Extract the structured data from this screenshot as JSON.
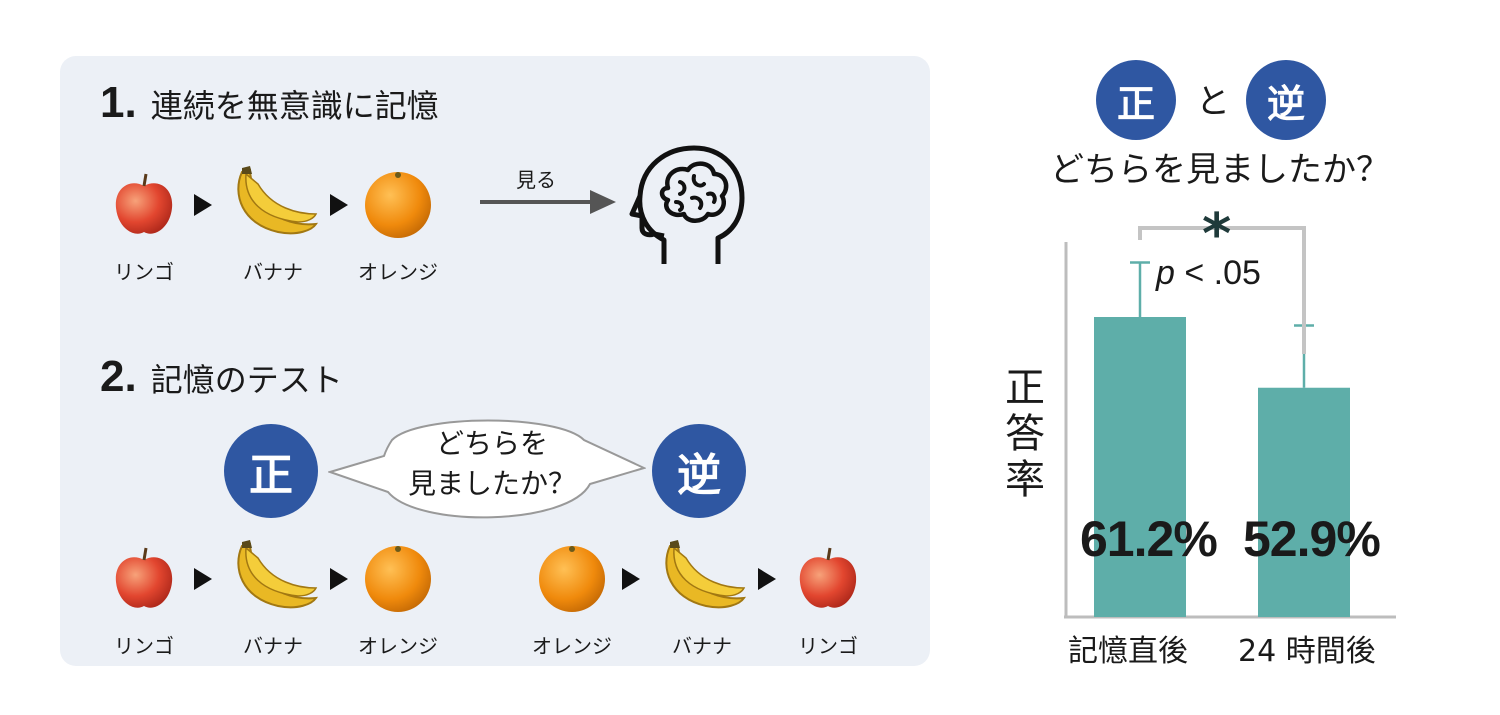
{
  "panel": {
    "step1": {
      "number": "1.",
      "title": "連続を無意識に記憶"
    },
    "step2": {
      "number": "2.",
      "title": "記憶のテスト"
    },
    "see_label": "見る",
    "icons": {
      "brain": "head-brain-icon",
      "arrow": "right-arrow-icon"
    },
    "sequence_learn": [
      "リンゴ",
      "バナナ",
      "オレンジ"
    ],
    "badge_forward": "正",
    "badge_reverse": "逆",
    "bubble_line1": "どちらを",
    "bubble_line2": "見ましたか？",
    "sequence_forward": [
      "リンゴ",
      "バナナ",
      "オレンジ"
    ],
    "sequence_reverse": [
      "オレンジ",
      "バナナ",
      "リンゴ"
    ]
  },
  "right": {
    "badge_forward": "正",
    "connector": "と",
    "badge_reverse": "逆",
    "question": "どちらを見ましたか？"
  },
  "colors": {
    "accent": "#2f57a2",
    "bar": "#5eaea9",
    "panel": "#ecf0f6"
  },
  "chart_data": {
    "type": "bar",
    "categories": [
      "記憶直後",
      "24 時間後"
    ],
    "values": [
      61.2,
      52.9
    ],
    "value_labels": [
      "61.2%",
      "52.9%"
    ],
    "error_upper": [
      67.6,
      60.2
    ],
    "ylabel": "正答率",
    "ylim": [
      26,
      70
    ],
    "significance": {
      "symbol": "*",
      "text": "< .05",
      "p": "p"
    },
    "grid": false
  }
}
